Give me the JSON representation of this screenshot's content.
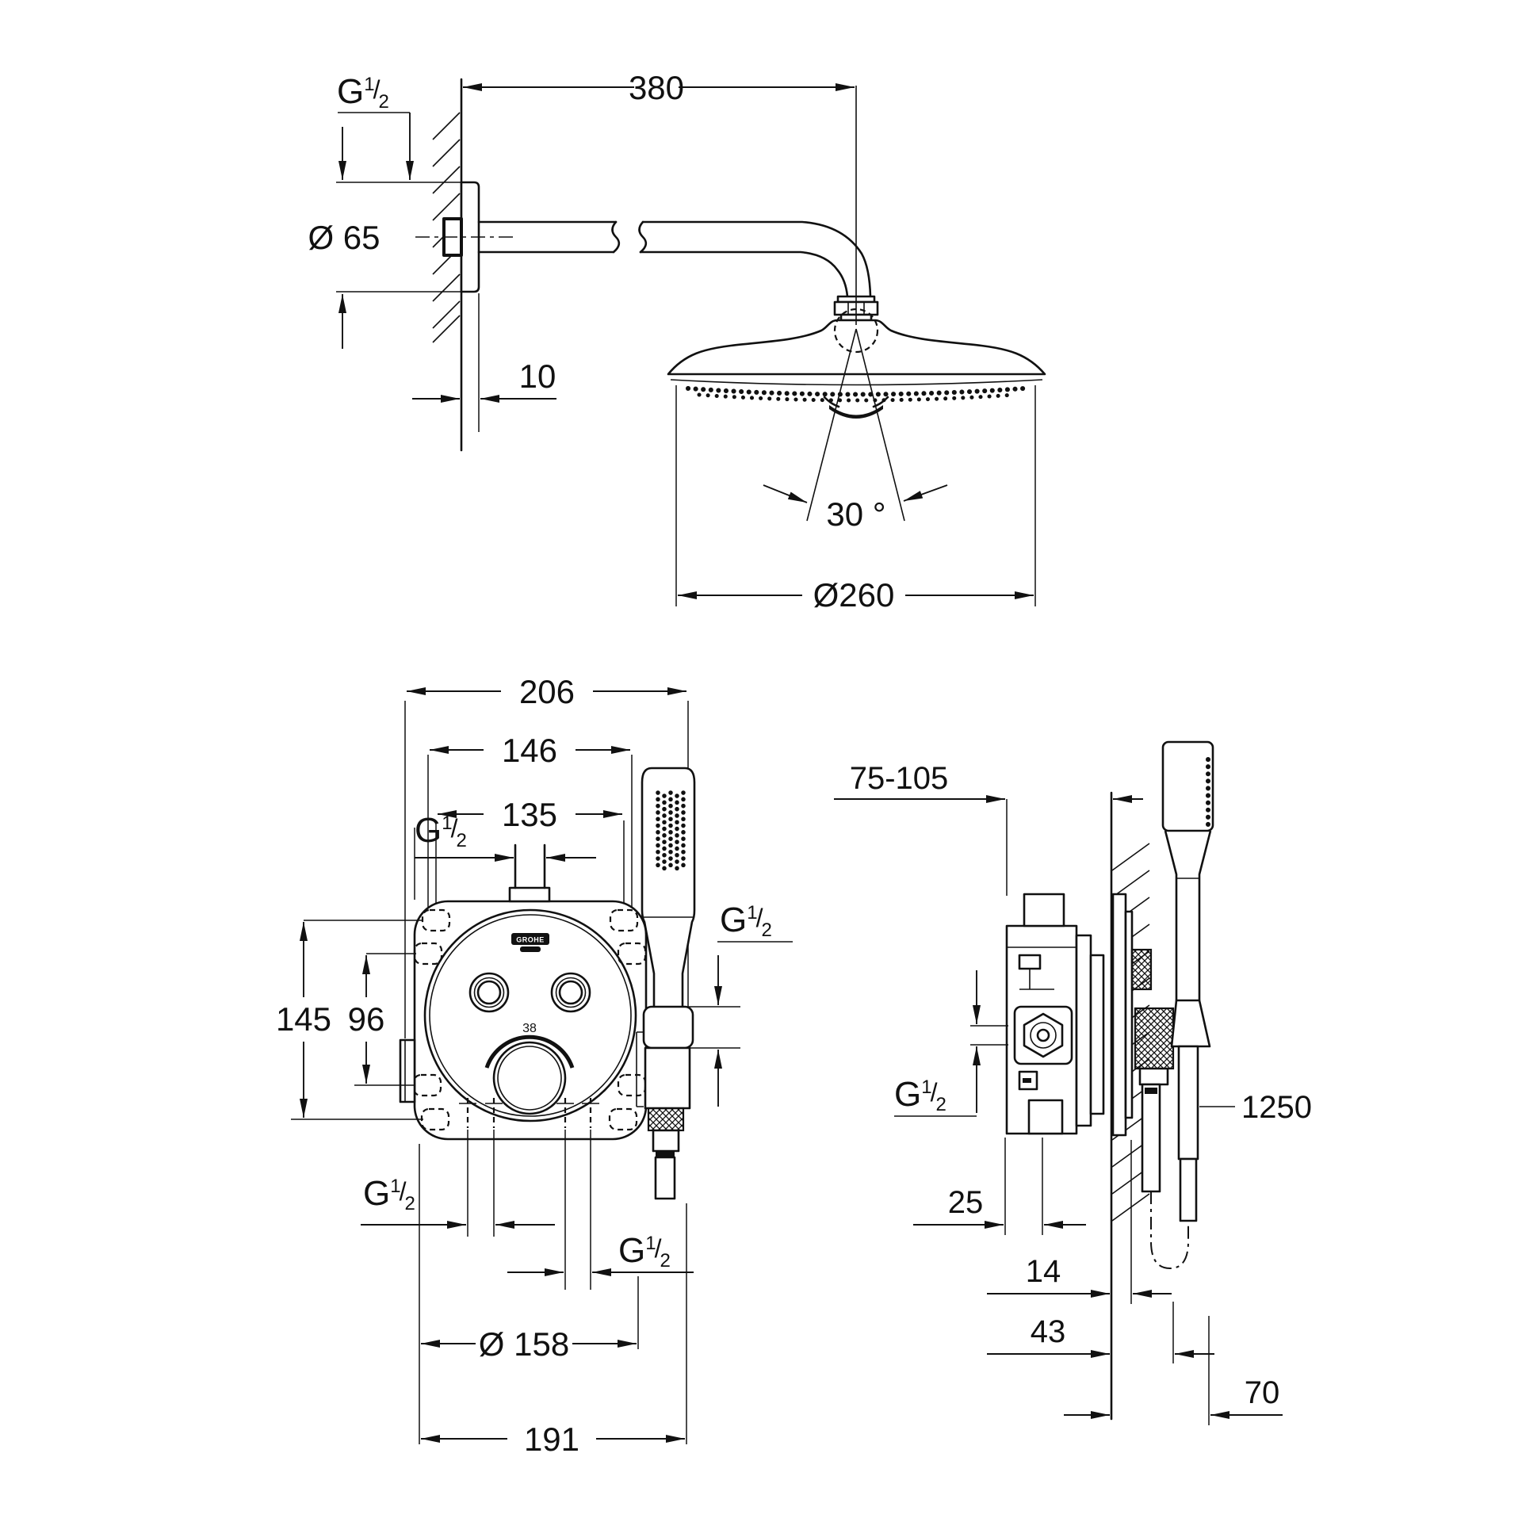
{
  "drawing": {
    "brand": "GROHE",
    "thread": {
      "g": "G",
      "sup": "1",
      "slash": "/",
      "sub": "2"
    },
    "top_view": {
      "arm_length": "380",
      "flange_diameter": "Ø 65",
      "escutcheon_depth": "10",
      "spray_angle": "30 °",
      "head_diameter": "Ø260"
    },
    "front_view": {
      "overall_width": "206",
      "port_spacing_outer": "146",
      "port_spacing_inner": "135",
      "height_outer": "145",
      "height_inner": "96",
      "plate_diameter": "Ø 158",
      "overall_height": "191",
      "temperature_stop": "38"
    },
    "side_view": {
      "recess_depth": "75-105",
      "box_front_depth": "25",
      "trim_thickness": "14",
      "holder_projection": "43",
      "hose_projection": "70",
      "hose_length": "1250"
    }
  }
}
